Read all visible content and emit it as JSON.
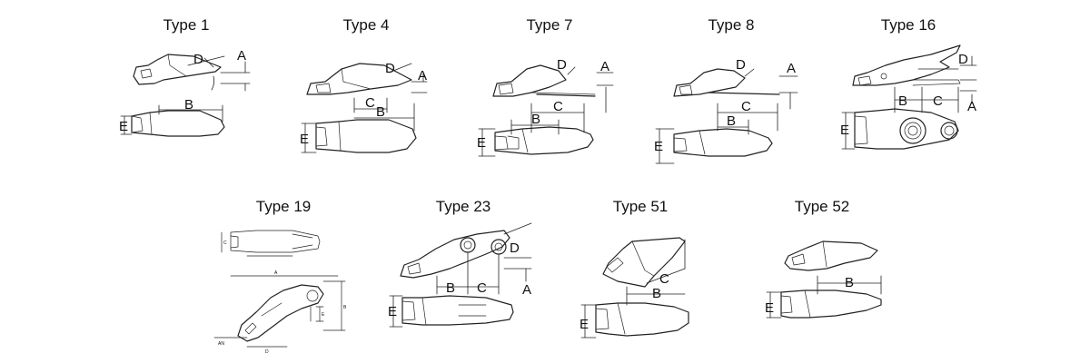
{
  "types": [
    {
      "id": "t1",
      "title": "Type 1",
      "labels": {
        "A": "A",
        "B": "B",
        "D": "D",
        "E": "E"
      }
    },
    {
      "id": "t4",
      "title": "Type 4",
      "labels": {
        "A": "A",
        "B": "B",
        "C": "C",
        "D": "D",
        "E": "E"
      }
    },
    {
      "id": "t7",
      "title": "Type 7",
      "labels": {
        "A": "A",
        "B": "B",
        "C": "C",
        "D": "D",
        "E": "E"
      }
    },
    {
      "id": "t8",
      "title": "Type 8",
      "labels": {
        "A": "A",
        "B": "B",
        "C": "C",
        "D": "D",
        "E": "E"
      }
    },
    {
      "id": "t16",
      "title": "Type 16",
      "labels": {
        "A": "A",
        "B": "B",
        "C": "C",
        "D": "D",
        "E": "E"
      }
    },
    {
      "id": "t19",
      "title": "Type 19",
      "labels": {
        "A": "A",
        "B": "B",
        "C": "C",
        "D": "D",
        "E": "E",
        "AN": "AN"
      }
    },
    {
      "id": "t23",
      "title": "Type 23",
      "labels": {
        "A": "A",
        "B": "B",
        "C": "C",
        "D": "D",
        "E": "E"
      }
    },
    {
      "id": "t51",
      "title": "Type 51",
      "labels": {
        "B": "B",
        "C": "C",
        "E": "E"
      }
    },
    {
      "id": "t52",
      "title": "Type 52",
      "labels": {
        "B": "B",
        "E": "E"
      }
    }
  ]
}
